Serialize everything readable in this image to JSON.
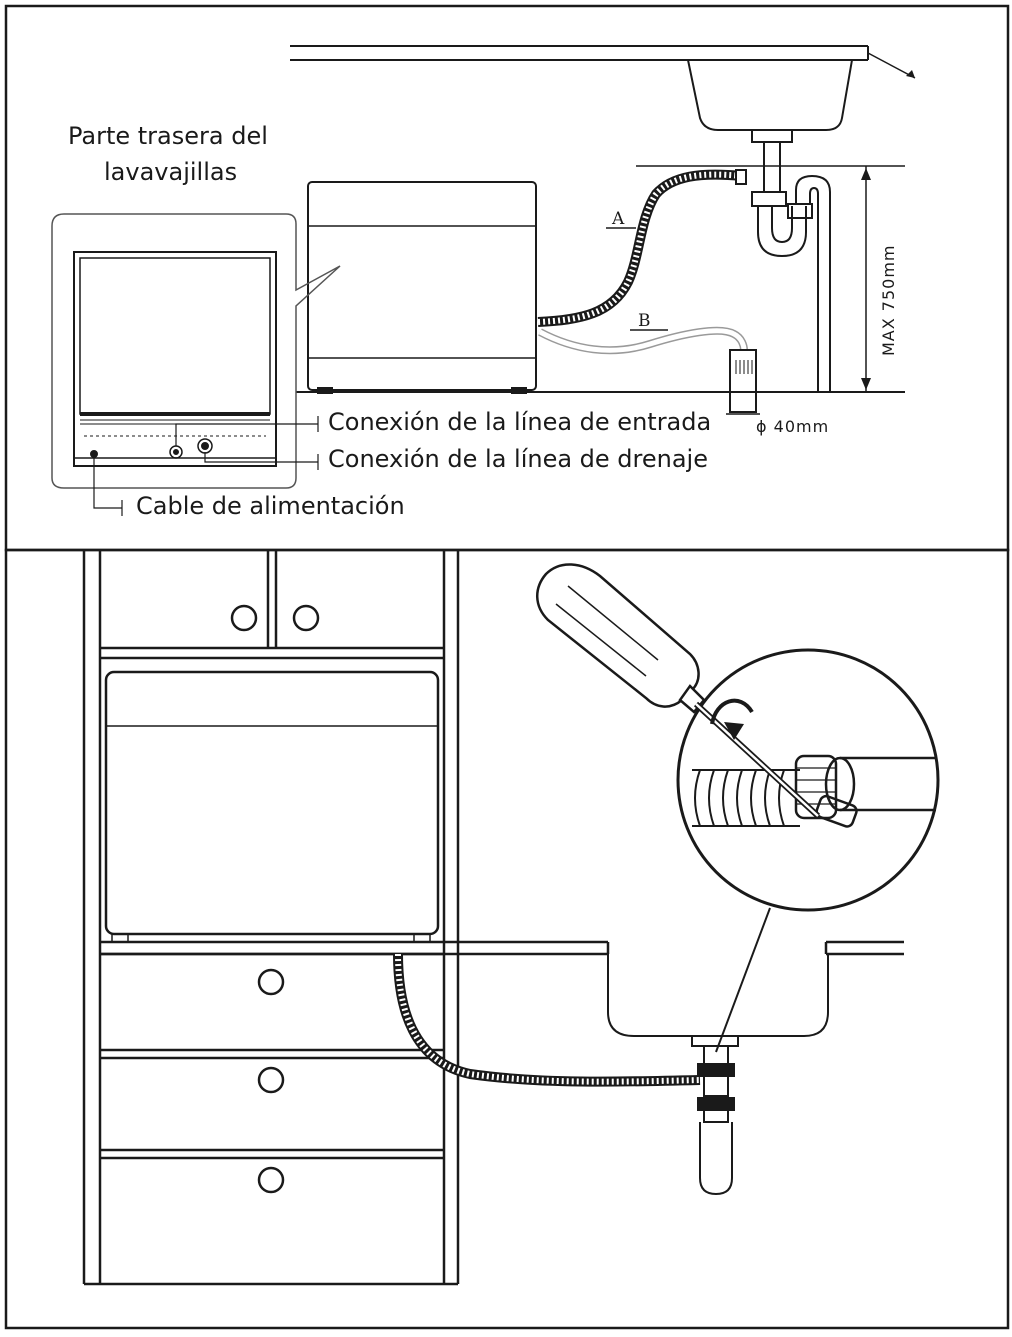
{
  "top_panel": {
    "callout_title_line1": "Parte trasera del",
    "callout_title_line2": "lavavajillas",
    "label_inlet": "Conexión de la línea de entrada",
    "label_drain": "Conexión de la línea de drenaje",
    "label_power": "Cable de alimentación",
    "hose_a": "A",
    "hose_b": "B",
    "max_height": "MAX 750mm",
    "pipe_diameter": "ϕ 40mm"
  },
  "colors": {
    "line": "#1a1a1a",
    "background": "#ffffff"
  },
  "icons": [
    "screwdriver-icon",
    "hose-clamp-icon",
    "sink-trap-icon"
  ]
}
